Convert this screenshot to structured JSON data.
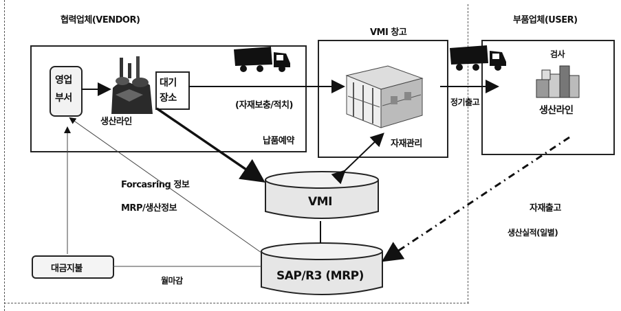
{
  "regions": {
    "vendor": "협력업체(VENDOR)",
    "vmi_warehouse": "VMI 창고",
    "user": "부품업체(USER)"
  },
  "nodes": {
    "sales_dept": [
      "영업",
      "부서"
    ],
    "standby_area": [
      "대기",
      "장소"
    ],
    "vendor_production_line": "생산라인",
    "material_management": "자재관리",
    "inspection": "검사",
    "user_production_line": "생산라인",
    "vmi_db": "VMI",
    "sap_db": "SAP/R3 (MRP)",
    "payment": "대금지불"
  },
  "edge_labels": {
    "replenish": "(자재보충/적치)",
    "delivery_reservation": "납품예약",
    "regular_shipment": "정기출고",
    "forecasting": "Forcasring 정보",
    "mrp_info": "MRP/생산정보",
    "monthly_close": "월마감",
    "material_release": "자재출고",
    "daily_output": "생산실적(일별)"
  },
  "icons": [
    "factory-icon",
    "truck-icon",
    "warehouse-rack-icon",
    "boxes-icon"
  ]
}
